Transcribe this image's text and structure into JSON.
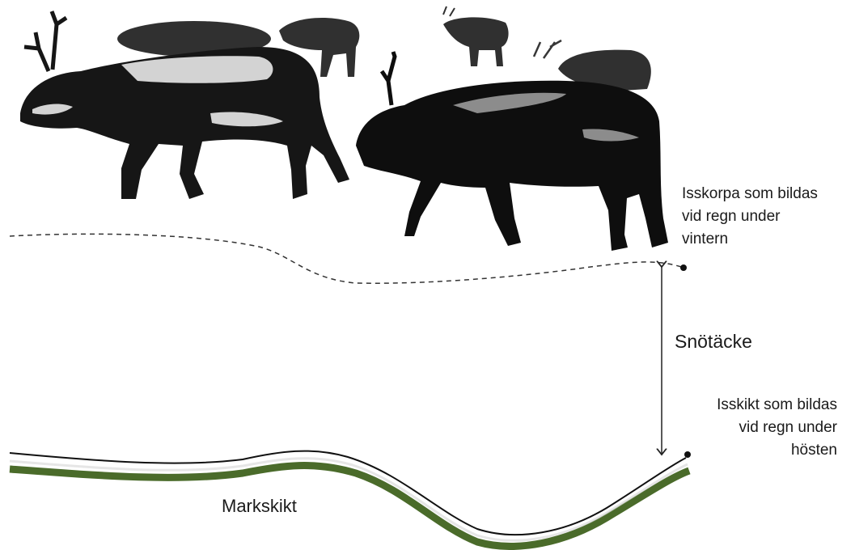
{
  "labels": {
    "ice_crust": [
      "Isskorpa som bildas",
      "vid regn under",
      "vintern"
    ],
    "snow_cover": "Snötäcke",
    "ice_layer": [
      "Isskikt som bildas",
      "vid regn under",
      "hösten"
    ],
    "ground_layer": "Markskikt"
  },
  "colors": {
    "ground": "#4a6b2a",
    "ice_line": "#111111",
    "animal": "#111111",
    "animal_highlight": "#f4f4f4",
    "dashed_line": "#333333"
  },
  "icons": {
    "animals": "reindeer-herd-illustration"
  }
}
